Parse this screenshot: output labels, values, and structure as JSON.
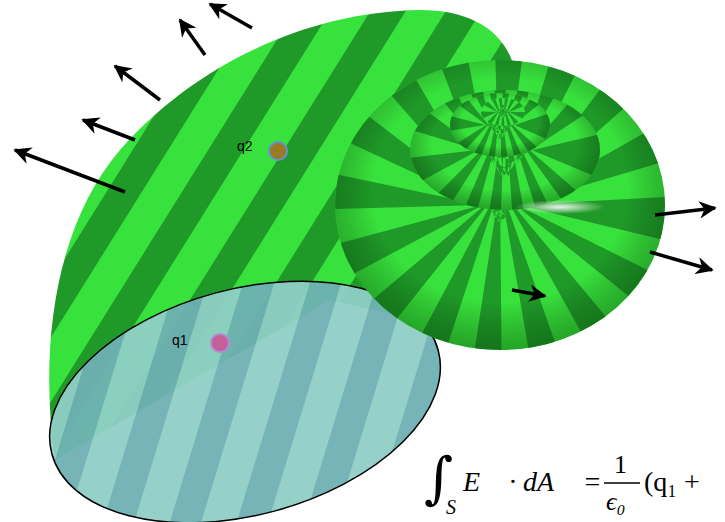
{
  "diagram": {
    "labels": [
      "q2",
      "q1",
      "∫",
      "S",
      "E⃗ · dA⃗ =",
      "1",
      "ϵ₀",
      "(q₁ +"
    ]
  }
}
